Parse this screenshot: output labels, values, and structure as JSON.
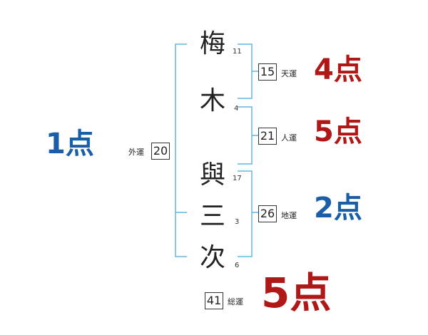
{
  "colors": {
    "red": "#b01818",
    "blue": "#1a5ea8",
    "bracket": "#64b6e0"
  },
  "name": [
    {
      "char": "梅",
      "strokes": "11"
    },
    {
      "char": "木",
      "strokes": "4"
    },
    {
      "char": "與",
      "strokes": "17"
    },
    {
      "char": "三",
      "strokes": "3"
    },
    {
      "char": "次",
      "strokes": "6"
    }
  ],
  "fortunes": {
    "gaiun": {
      "label": "外運",
      "value": "20",
      "score": "1点",
      "color": "blue"
    },
    "tenun": {
      "label": "天運",
      "value": "15",
      "score": "4点",
      "color": "red"
    },
    "jinun": {
      "label": "人運",
      "value": "21",
      "score": "5点",
      "color": "red"
    },
    "chiun": {
      "label": "地運",
      "value": "26",
      "score": "2点",
      "color": "blue"
    },
    "souun": {
      "label": "総運",
      "value": "41",
      "score": "5点",
      "color": "red"
    }
  }
}
